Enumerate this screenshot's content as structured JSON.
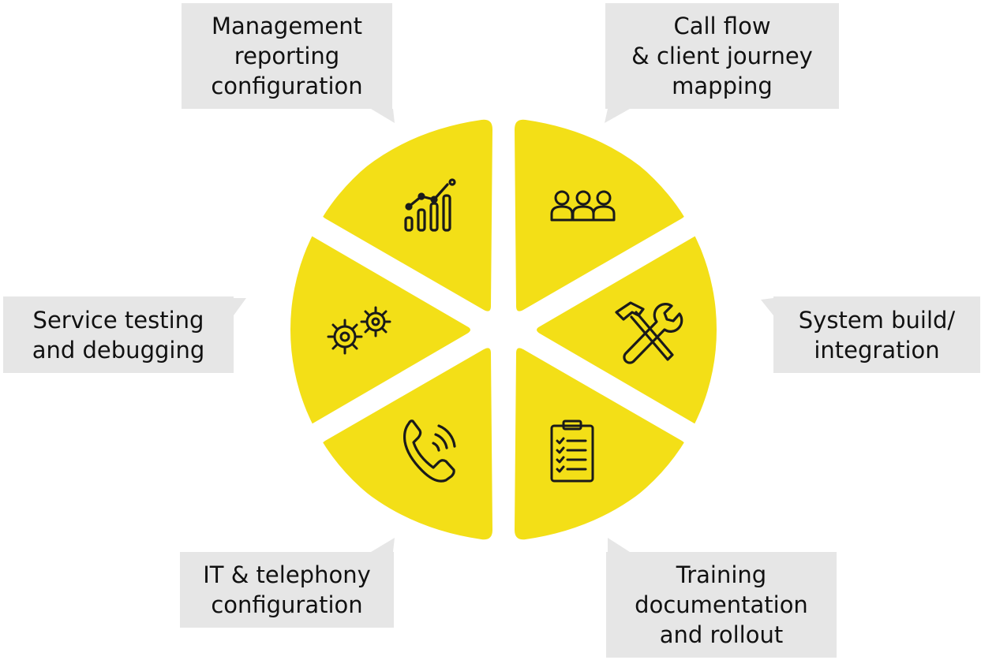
{
  "colors": {
    "segment": "#f3df17",
    "label_bg": "#e6e6e6",
    "icon": "#1a1a1a"
  },
  "segments": [
    {
      "id": "management",
      "icon": "chart-icon",
      "label_lines": [
        "Management",
        "reporting",
        "configuration"
      ]
    },
    {
      "id": "callflow",
      "icon": "team-icon",
      "label_lines": [
        "Call flow",
        "& client journey",
        "mapping"
      ]
    },
    {
      "id": "system",
      "icon": "tools-icon",
      "label_lines": [
        "System build/",
        "integration"
      ]
    },
    {
      "id": "training",
      "icon": "clipboard-icon",
      "label_lines": [
        "Training",
        "documentation",
        "and rollout"
      ]
    },
    {
      "id": "telephony",
      "icon": "phone-icon",
      "label_lines": [
        "IT & telephony",
        "configuration"
      ]
    },
    {
      "id": "testing",
      "icon": "gears-icon",
      "label_lines": [
        "Service testing",
        "and debugging"
      ]
    }
  ]
}
